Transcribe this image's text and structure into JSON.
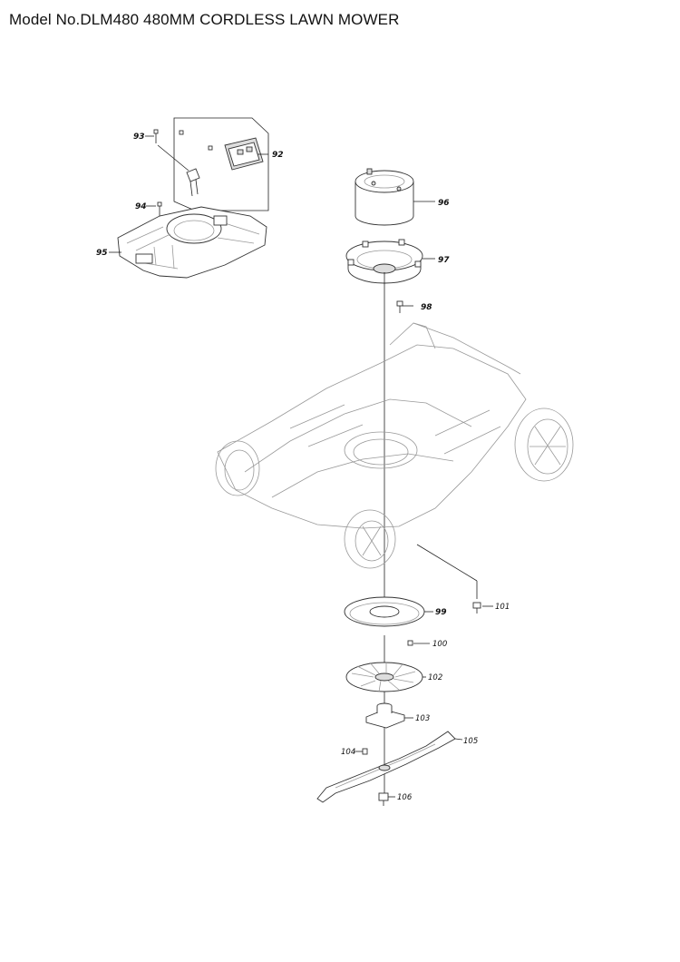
{
  "title": "Model No.DLM480 480MM CORDLESS LAWN MOWER",
  "parts": {
    "p92": "92",
    "p93": "93",
    "p94": "94",
    "p95": "95",
    "p96": "96",
    "p97": "97",
    "p98": "98",
    "p99": "99",
    "p100": "100",
    "p101": "101",
    "p102": "102",
    "p103": "103",
    "p104": "104",
    "p105": "105",
    "p106": "106"
  }
}
